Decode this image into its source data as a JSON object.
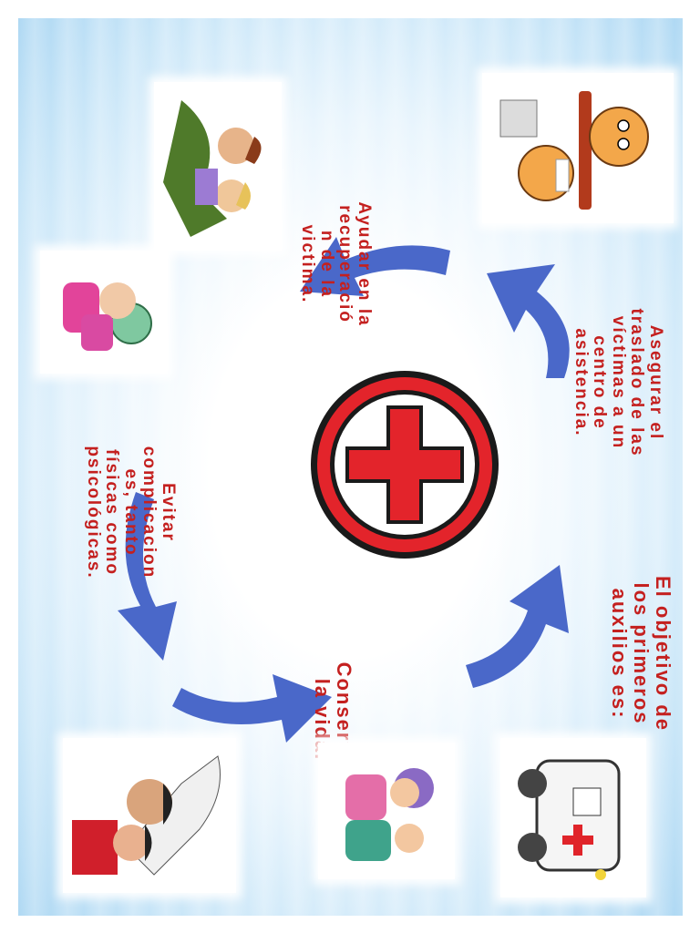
{
  "diagram": {
    "center_label": "El objetivo de los primeros auxilios es:",
    "steps": [
      "Asegurar el traslado de las víctimas a un centro de asistencia.",
      "Ayudar en la recuperació n de la victima.",
      "Evitar complicacion es, tanto físicas como psicológicas.",
      "Conservar la vida."
    ]
  },
  "colors": {
    "text": "#c4201f",
    "arrow": "#4a68c9",
    "cross": "#e3242b",
    "ring": "#1a1a1a"
  },
  "icons": [
    "red-cross-logo",
    "stretcher-cartoon",
    "bandage-cartoon",
    "hug-cartoon",
    "rescue-breathing-cartoon",
    "ambulance-cartoon",
    "elderly-help-cartoon"
  ]
}
